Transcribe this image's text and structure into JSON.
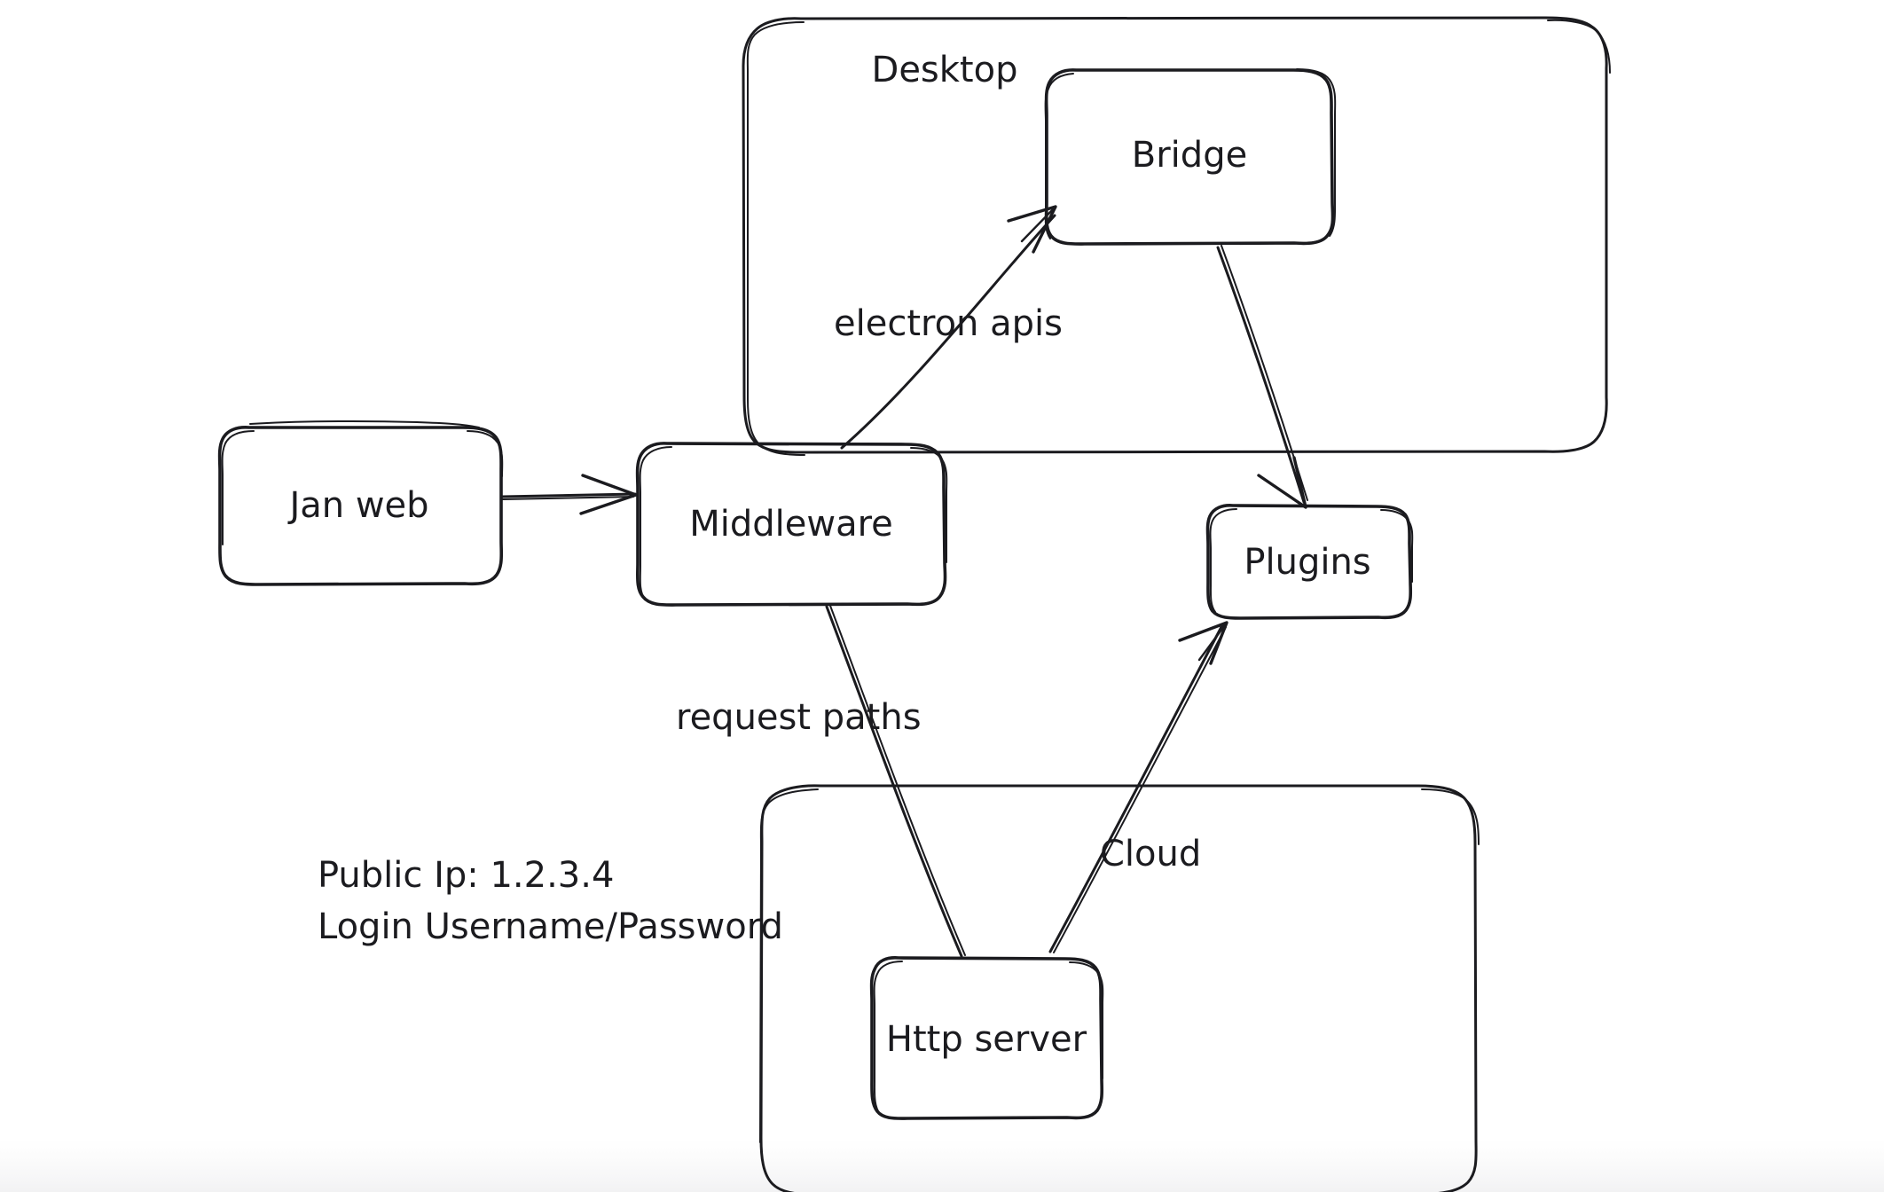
{
  "diagram": {
    "title": "Jan architecture flow",
    "background_color": "#ffffff",
    "ink_color": "#1b1b1f",
    "style": "hand-drawn"
  },
  "groups": [
    {
      "id": "desktop",
      "label": "Desktop"
    },
    {
      "id": "cloud_group",
      "label": ""
    }
  ],
  "nodes": [
    {
      "id": "jan_web",
      "label": "Jan web"
    },
    {
      "id": "middleware",
      "label": "Middleware"
    },
    {
      "id": "bridge",
      "label": "Bridge"
    },
    {
      "id": "plugins",
      "label": "Plugins"
    },
    {
      "id": "http_server",
      "label": "Http server"
    }
  ],
  "edges": [
    {
      "id": "e_janweb_middleware",
      "from": "jan_web",
      "to": "middleware",
      "label": "",
      "arrow": true
    },
    {
      "id": "e_middleware_bridge",
      "from": "middleware",
      "to": "bridge",
      "label": "electron apis",
      "arrow": true
    },
    {
      "id": "e_bridge_plugins",
      "from": "bridge",
      "to": "plugins",
      "label": "",
      "arrow": true
    },
    {
      "id": "e_middleware_http",
      "from": "middleware",
      "to": "http_server",
      "label": "request paths",
      "arrow": false
    },
    {
      "id": "e_http_plugins",
      "from": "http_server",
      "to": "plugins",
      "label": "Cloud",
      "arrow": true
    }
  ],
  "labels": {
    "electron_apis": "electron apis",
    "request_paths": "request paths",
    "cloud": "Cloud",
    "desktop": "Desktop"
  },
  "notes": {
    "line1": "Public Ip: 1.2.3.4",
    "line2": "Login Username/Password"
  }
}
